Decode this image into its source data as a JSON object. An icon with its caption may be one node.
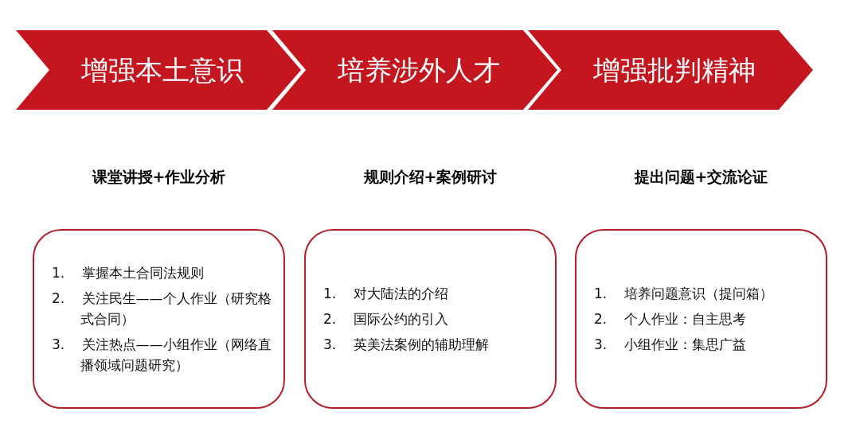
{
  "diagram": {
    "nodes": [
      {
        "text": [
          "增强本土意识"
        ]
      },
      {
        "text": [
          "培养涉外人才"
        ]
      },
      {
        "text": [
          "增强批判精神"
        ]
      },
      {
        "text": [
          "1. 掌握本土合同法规则",
          "2. 关注民生——个人作业（研究格式合同）",
          "3. 关注热点——小组作业（网络直播领域问题研究）"
        ]
      },
      {
        "text": [
          "1. 对大陆法的介绍",
          "2. 国际公约的引入",
          "3. 英美法案例的辅助理解"
        ]
      },
      {
        "text": [
          "1. 培养问题意识（提问箱）",
          "2. 个人作业：自主思考",
          "3. 小组作业：集思广益"
        ]
      }
    ],
    "edges": [],
    "labels": [
      "课堂讲授+作业分析",
      "规则介绍+案例研讨",
      "提出问题+交流论证"
    ]
  }
}
